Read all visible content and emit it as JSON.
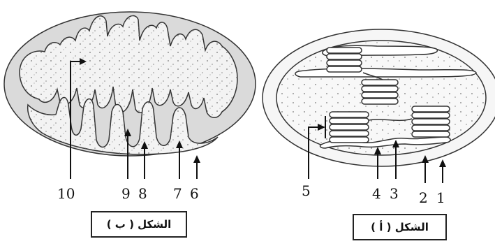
{
  "figure_b": {
    "caption": "الشكل ( ب )",
    "labels": [
      "10",
      "9",
      "8",
      "7",
      "6"
    ]
  },
  "figure_a": {
    "caption": "الشكل ( أ )",
    "labels": [
      "5",
      "4",
      "3",
      "2",
      "1"
    ]
  }
}
